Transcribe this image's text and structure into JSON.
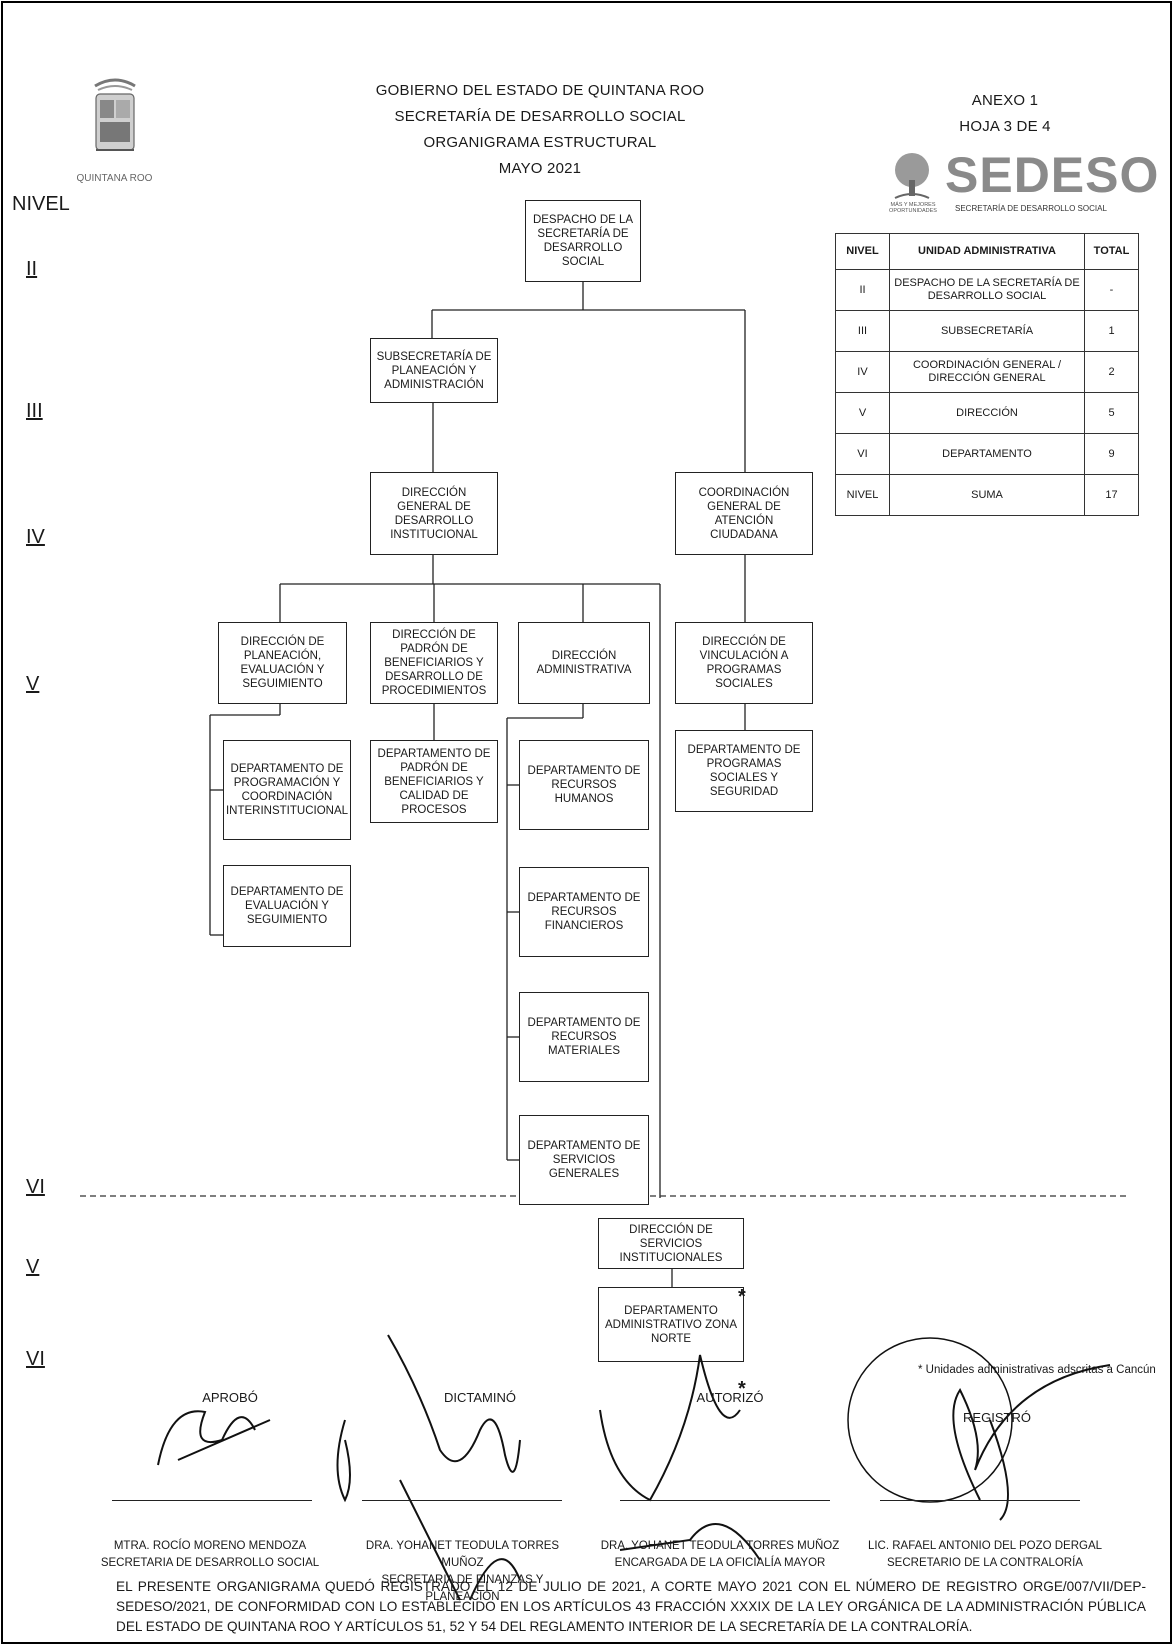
{
  "header": {
    "line1": "GOBIERNO DEL ESTADO DE QUINTANA ROO",
    "line2": "SECRETARÍA DE DESARROLLO SOCIAL",
    "line3": "ORGANIGRAMA ESTRUCTURAL",
    "line4": "MAYO 2021"
  },
  "annex": {
    "line1": "ANEXO 1",
    "line2": "HOJA 3 DE 4"
  },
  "logo_left": {
    "caption": "QUINTANA ROO"
  },
  "logo_right": {
    "brand": "SEDESO",
    "subtitle": "SECRETARÍA DE DESARROLLO SOCIAL",
    "tagline": "MÁS Y MEJORES OPORTUNIDADES",
    "color": "#8a8a8a"
  },
  "nivel_label": "NIVEL",
  "levels": [
    "II",
    "III",
    "IV",
    "V",
    "VI",
    "V",
    "VI"
  ],
  "summary_table": {
    "headers": [
      "NIVEL",
      "UNIDAD ADMINISTRATIVA",
      "TOTAL"
    ],
    "rows": [
      [
        "II",
        "DESPACHO DE LA SECRETARÍA DE DESARROLLO SOCIAL",
        "-"
      ],
      [
        "III",
        "SUBSECRETARÍA",
        "1"
      ],
      [
        "IV",
        "COORDINACIÓN GENERAL / DIRECCIÓN GENERAL",
        "2"
      ],
      [
        "V",
        "DIRECCIÓN",
        "5"
      ],
      [
        "VI",
        "DEPARTAMENTO",
        "9"
      ],
      [
        "NIVEL",
        "SUMA",
        "17"
      ]
    ]
  },
  "units": {
    "despacho": "DESPACHO DE LA SECRETARÍA DE DESARROLLO SOCIAL",
    "subsecretaria": "SUBSECRETARÍA DE PLANEACIÓN Y ADMINISTRACIÓN",
    "dir_gral": "DIRECCIÓN GENERAL DE DESARROLLO INSTITUCIONAL",
    "coord_gral": "COORDINACIÓN GENERAL DE ATENCIÓN CIUDADANA",
    "dir_planeacion": "DIRECCIÓN DE PLANEACIÓN, EVALUACIÓN Y SEGUIMIENTO",
    "dir_padron": "DIRECCIÓN DE PADRÓN DE BENEFICIARIOS Y DESARROLLO DE PROCEDIMIENTOS",
    "dir_admin": "DIRECCIÓN ADMINISTRATIVA",
    "dir_vinculacion": "DIRECCIÓN DE VINCULACIÓN A PROGRAMAS SOCIALES",
    "dep_programacion": "DEPARTAMENTO DE PROGRAMACIÓN Y COORDINACIÓN INTERINSTITUCIONAL",
    "dep_evaluacion": "DEPARTAMENTO DE EVALUACIÓN Y SEGUIMIENTO",
    "dep_padron": "DEPARTAMENTO DE PADRÓN DE BENEFICIARIOS Y CALIDAD DE PROCESOS",
    "dep_rh": "DEPARTAMENTO DE RECURSOS HUMANOS",
    "dep_rf": "DEPARTAMENTO DE RECURSOS FINANCIEROS",
    "dep_rm": "DEPARTAMENTO DE RECURSOS MATERIALES",
    "dep_sg": "DEPARTAMENTO DE SERVICIOS GENERALES",
    "dep_programas": "DEPARTAMENTO DE PROGRAMAS SOCIALES Y SEGURIDAD",
    "dir_servicios": "DIRECCIÓN DE SERVICIOS INSTITUCIONALES",
    "dep_zona_norte": "DEPARTAMENTO ADMINISTRATIVO ZONA NORTE"
  },
  "asterisk": "*",
  "note": "* Unidades administrativas adscritas a Cancún",
  "signatures": [
    {
      "role": "APROBÓ",
      "name": "MTRA. ROCÍO MORENO MENDOZA",
      "title": "SECRETARIA DE DESARROLLO SOCIAL"
    },
    {
      "role": "DICTAMINÓ",
      "name": "DRA. YOHANET TEODULA TORRES MUÑOZ",
      "title": "SECRETARIA DE FINANZAS Y PLANEACIÓN"
    },
    {
      "role": "AUTORIZÓ",
      "name": "DRA. YOHANET TEODULA TORRES MUÑOZ",
      "title": "ENCARGADA DE LA OFICIALÍA MAYOR"
    },
    {
      "role": "REGISTRÓ",
      "name": "LIC. RAFAEL ANTONIO DEL POZO DERGAL",
      "title": "SECRETARIO DE LA CONTRALORÍA"
    }
  ],
  "footer": "EL PRESENTE ORGANIGRAMA QUEDÓ REGISTRADO EL 12 DE JULIO DE 2021, A CORTE MAYO 2021 CON EL NÚMERO DE REGISTRO ORGE/007/VII/DEP-SEDESO/2021, DE CONFORMIDAD CON LO ESTABLECIDO EN LOS ARTÍCULOS 43 FRACCIÓN XXXIX DE LA LEY ORGÁNICA DE LA ADMINISTRACIÓN PÚBLICA DEL ESTADO DE QUINTANA ROO Y ARTÍCULOS 51, 52 Y 54 DEL REGLAMENTO INTERIOR DE LA SECRETARÍA DE LA CONTRALORÍA."
}
